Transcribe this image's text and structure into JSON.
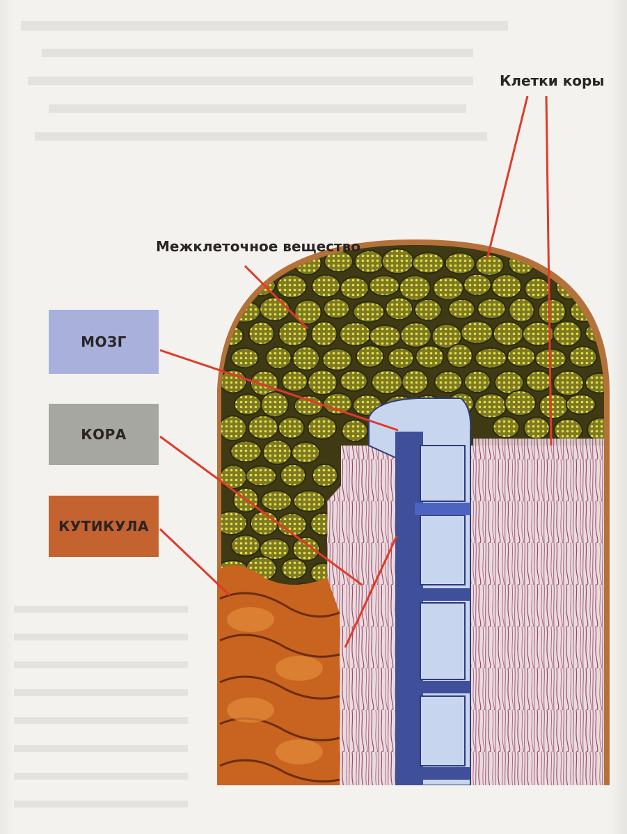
{
  "labels": {
    "medulla": "МОЗГ",
    "cortex": "КОРА",
    "cuticle": "КУТИКУЛА",
    "cortex_cells": "Клетки коры",
    "intercellular": "Межклеточное вещество"
  },
  "colors": {
    "medulla_box": "#a9b0dc",
    "cortex_box": "#a5a7a0",
    "cuticle_box": "#c46330",
    "leader_line": "#e03a2a",
    "cortex_cells": "#8a8a2a",
    "cell_dots": "#e6df4a",
    "medulla": "#3f4f9a",
    "medulla_light": "#c7d6ee",
    "fibers": "#9a4a63",
    "cuticle": "#c8641f"
  }
}
